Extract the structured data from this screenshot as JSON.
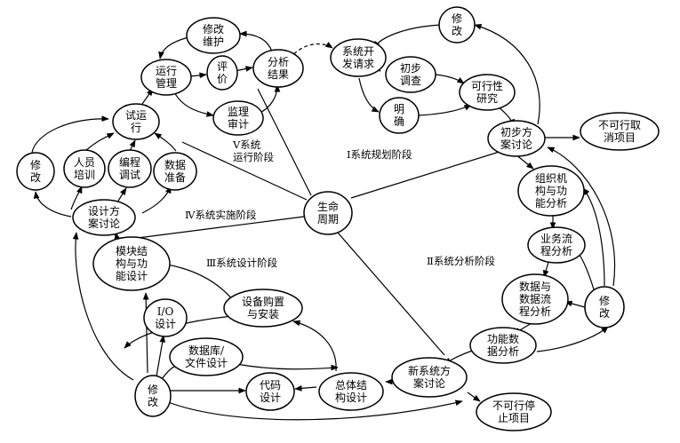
{
  "center": "生命\n周期",
  "stages": {
    "s1": "Ⅰ系统规划阶段",
    "s2": "Ⅱ系统分析阶段",
    "s3": "Ⅲ系统设计阶段",
    "s4": "Ⅳ系统实施阶段",
    "s5": "Ⅴ系统\n运行阶段"
  },
  "nodes": {
    "xgwh": "修改\n维护",
    "yxgl": "运行\n管理",
    "pj": "评\n价",
    "fxjg": "分析\n结果",
    "jlsj": "监理\n审计",
    "xtkf": "系统开\n发请求",
    "cbdc": "初步\n调查",
    "kxxyj": "可行性\n研究",
    "mq": "明\n确",
    "xg_top": "修\n改",
    "cbfa": "初步方\n案讨论",
    "bkxqx": "不可行取\n消项目",
    "zzjg": "组织机\n构与功\n能分析",
    "ywlc": "业务流\n程分析",
    "sjlc": "数据与\n数据流\n程分析",
    "gnsj": "功能数\n据分析",
    "xg_right": "修\n改",
    "xxtfa": "新系统方\n案讨论",
    "bkxtz": "不可行停\n止项目",
    "ztjg": "总体结\n构设计",
    "dmsj": "代码\n设计",
    "sjk": "数据库/\n文件设计",
    "io": "I/O\n设计",
    "mkjg": "模块结\n构与功\n能设计",
    "sbgz": "设备购置\n与安装",
    "xg_bottom": "修\n改",
    "sjfa": "设计方\n案讨论",
    "xg_left": "修\n改",
    "rypx": "人员\n培训",
    "bcts": "编程\n调试",
    "sjzb": "数据\n准备",
    "syx": "试运\n行"
  }
}
